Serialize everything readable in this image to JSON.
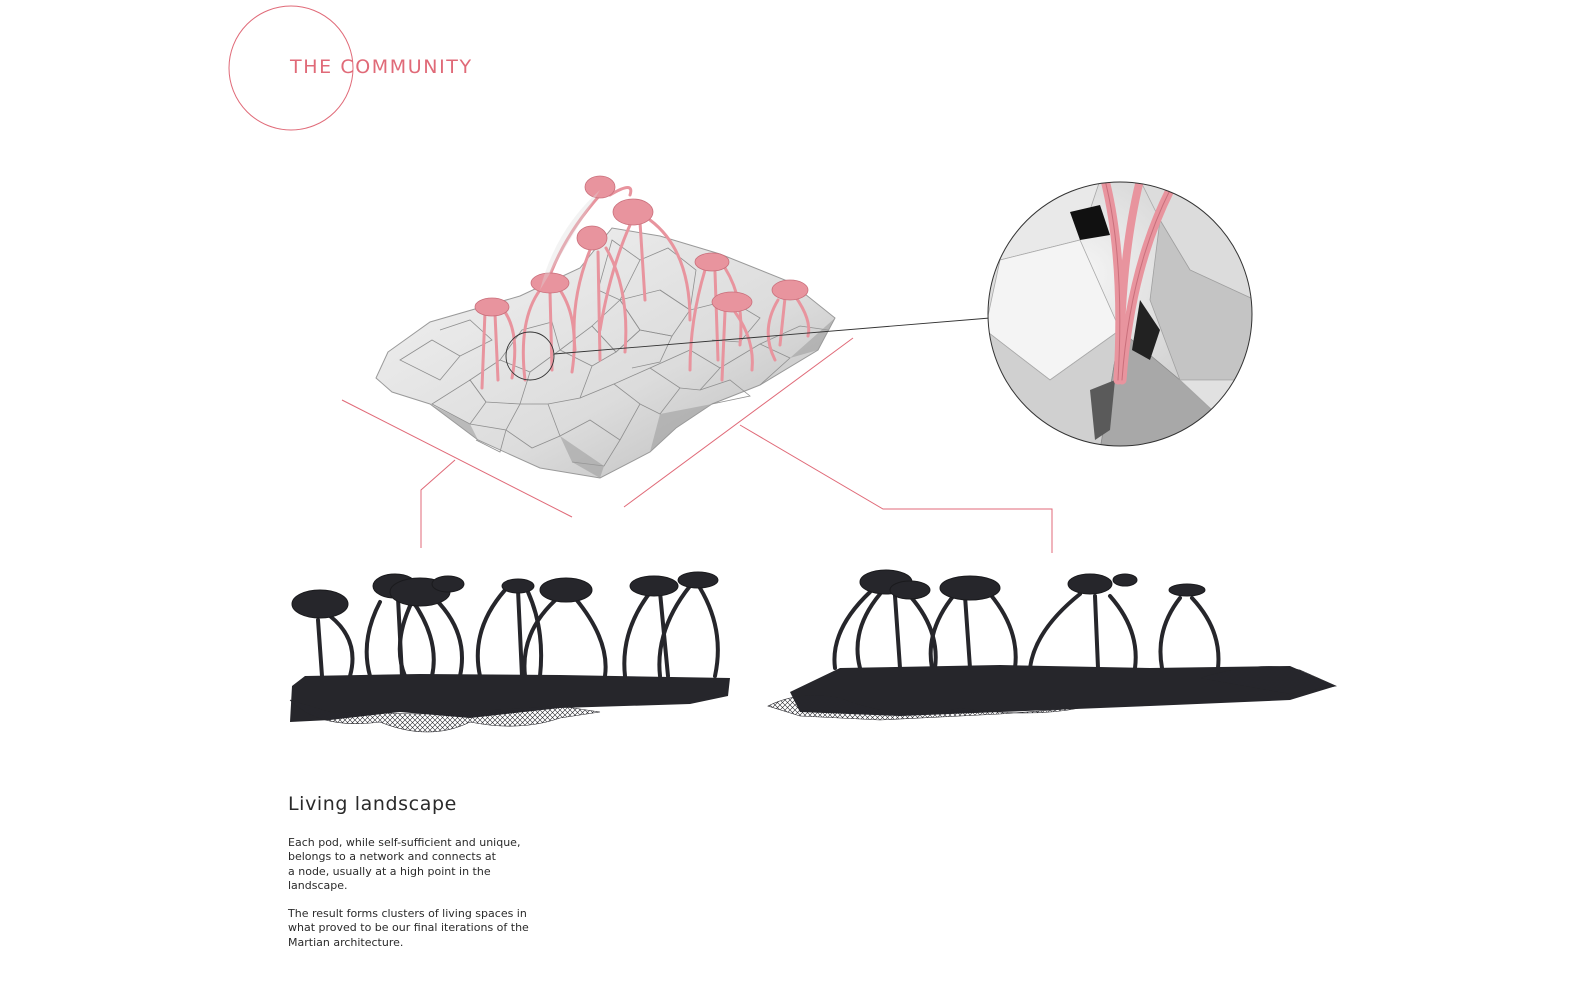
{
  "title": "THE COMMUNITY",
  "section": {
    "heading": "Living landscape",
    "paragraphs": [
      [
        "Each pod, while self-sufficient and unique,",
        "belongs to a network and connects at",
        "a node, usually at a high point in the",
        "landscape."
      ],
      [
        "The result forms clusters of living spaces in",
        "what proved to be our final iterations of the",
        "Martian architecture."
      ]
    ]
  },
  "colors": {
    "accent": "#e06a78",
    "pod_pink": "#e8949e",
    "terrain_light": "#e6e6e6",
    "terrain_shadow": "#9a9a9a",
    "wireframe_dark": "#26262b",
    "text": "#2a2a2a"
  }
}
